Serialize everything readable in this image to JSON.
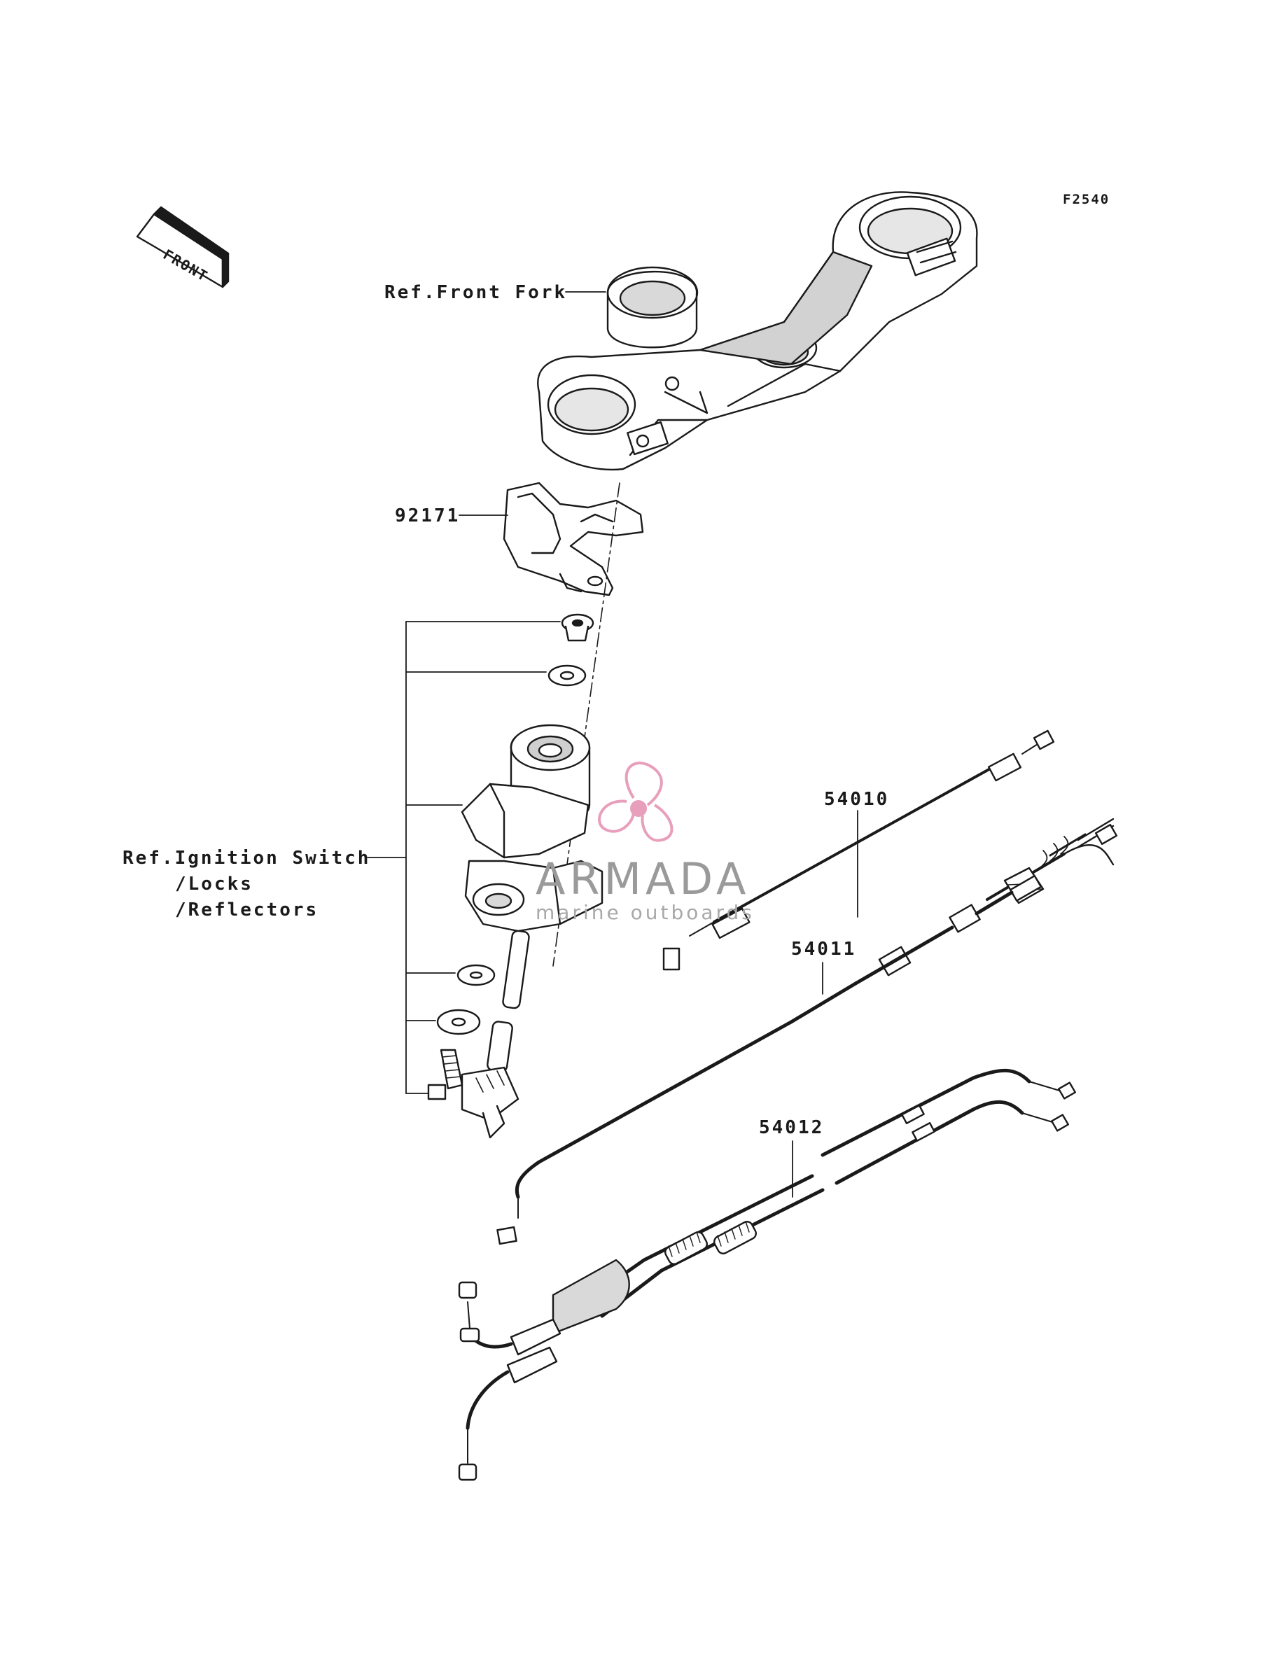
{
  "figure_code": "F2540",
  "front_marker": "FRONT",
  "callouts": {
    "front_fork": "Ref.Front Fork",
    "bracket": "92171",
    "ignition_line1": "Ref.Ignition Switch",
    "ignition_line2": "/Locks",
    "ignition_line3": "/Reflectors",
    "cable_top": "54010",
    "cable_middle": "54011",
    "cable_throttle": "54012"
  },
  "watermark": {
    "name": "ARMADA",
    "tagline": "marine outboards",
    "accent_color": "#e58fb0"
  },
  "colors": {
    "line": "#1a1a1a",
    "shade": "#cfcfcf",
    "background": "#ffffff"
  }
}
